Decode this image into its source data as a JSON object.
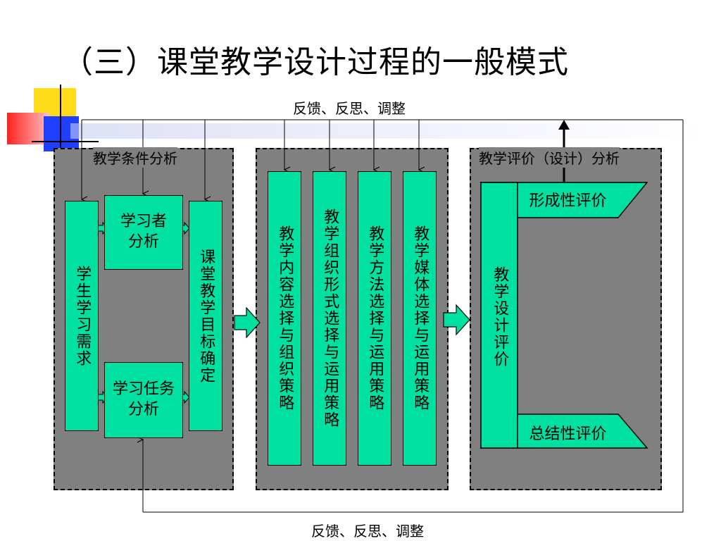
{
  "title": "（三）课堂教学设计过程的一般模式",
  "feedback_top": "反馈、反思、调整",
  "feedback_bottom": "反馈、反思、调整",
  "panel1": {
    "title": "教学条件分析",
    "student_needs": "学生学习需求",
    "learner_analysis": "学习者分析",
    "task_analysis": "学习任务分析",
    "objectives": "课堂教学目标确定"
  },
  "panel2": {
    "content": "教学内容选择与组织策略",
    "organization": "教学组织形式选择与运用策略",
    "method": "教学方法选择与运用策略",
    "media": "教学媒体选择与运用策略"
  },
  "panel3": {
    "title": "教学评价（设计）分析",
    "formative": "形成性评价",
    "design_evaluation": "教学设计评价",
    "summative": "总结性评价"
  },
  "colors": {
    "box": "#00e0a0",
    "panel": "#808080",
    "border": "#000000"
  },
  "decor": {
    "logo_squares": [
      "#ffd700",
      "#ff2020",
      "#2040ff"
    ]
  }
}
